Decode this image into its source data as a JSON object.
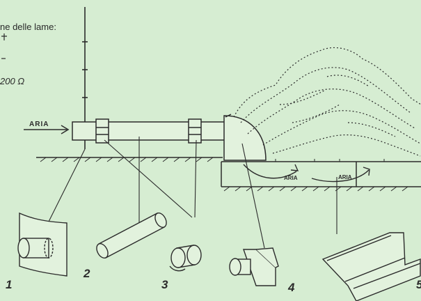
{
  "page": {
    "background": "#d6edd2",
    "ink": "#2b2b2b"
  },
  "notes": {
    "line1": "ne delle lame:",
    "line2": "200 Ω"
  },
  "labels": {
    "aria_inlet": "ARIA",
    "aria_channel_1": "ARIA",
    "aria_channel_2": "ARIA"
  },
  "parts": [
    {
      "number": "1"
    },
    {
      "number": "2"
    },
    {
      "number": "3"
    },
    {
      "number": "4"
    },
    {
      "number": "5"
    }
  ]
}
